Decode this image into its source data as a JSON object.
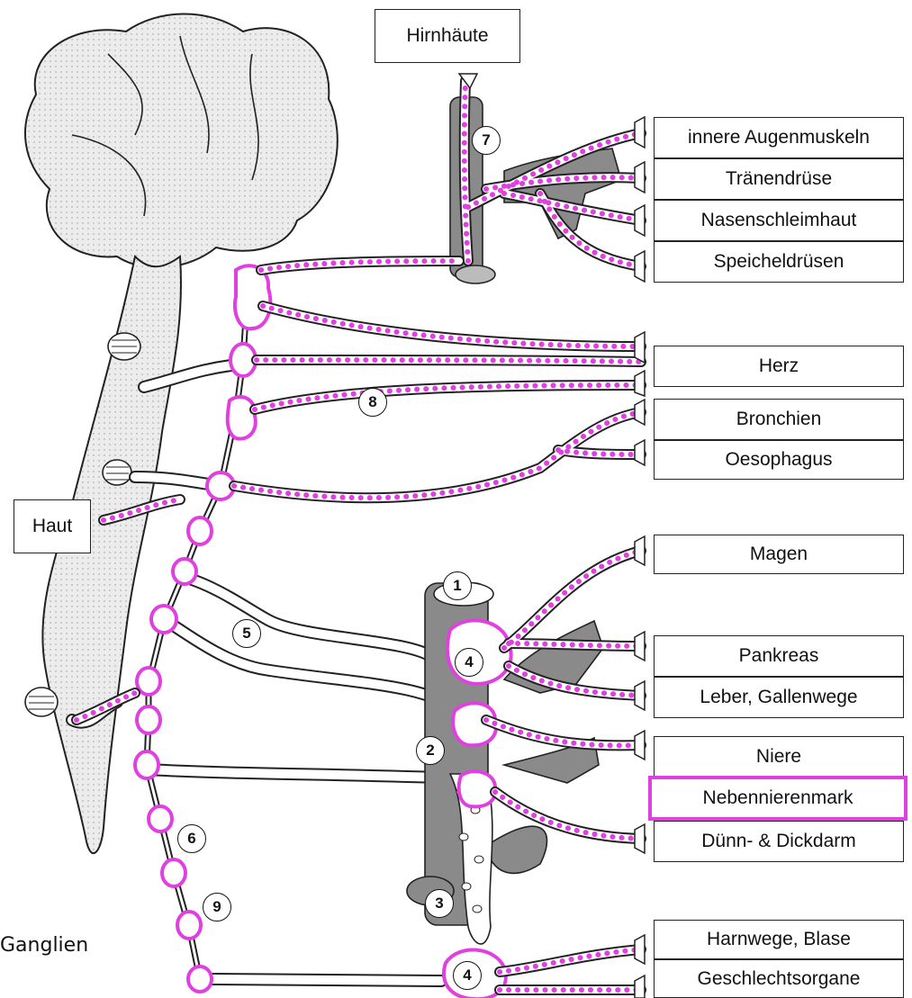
{
  "colors": {
    "nerve_dots": "#e040e0",
    "highlight": "#e040e0",
    "organ_gray": "#8a8a8a",
    "stroke": "#222222"
  },
  "top_label": "Hirnhäute",
  "left_labels": {
    "haut": "Haut",
    "ganglien": "Ganglien"
  },
  "organs": [
    "innere Augenmuskeln",
    "Tränendrüse",
    "Nasenschleimhaut",
    "Speicheldrüsen",
    "Herz",
    "Bronchien",
    "Oesophagus",
    "Magen",
    "Pankreas",
    "Leber, Gallenwege",
    "Niere",
    "Nebennierenmark",
    "Dünn- & Dickdarm",
    "Harnwege, Blase",
    "Geschlechtsorgane"
  ],
  "highlighted_organ": "Nebennierenmark",
  "markers": [
    "1",
    "2",
    "3",
    "4",
    "4",
    "5",
    "6",
    "7",
    "8",
    "9"
  ]
}
